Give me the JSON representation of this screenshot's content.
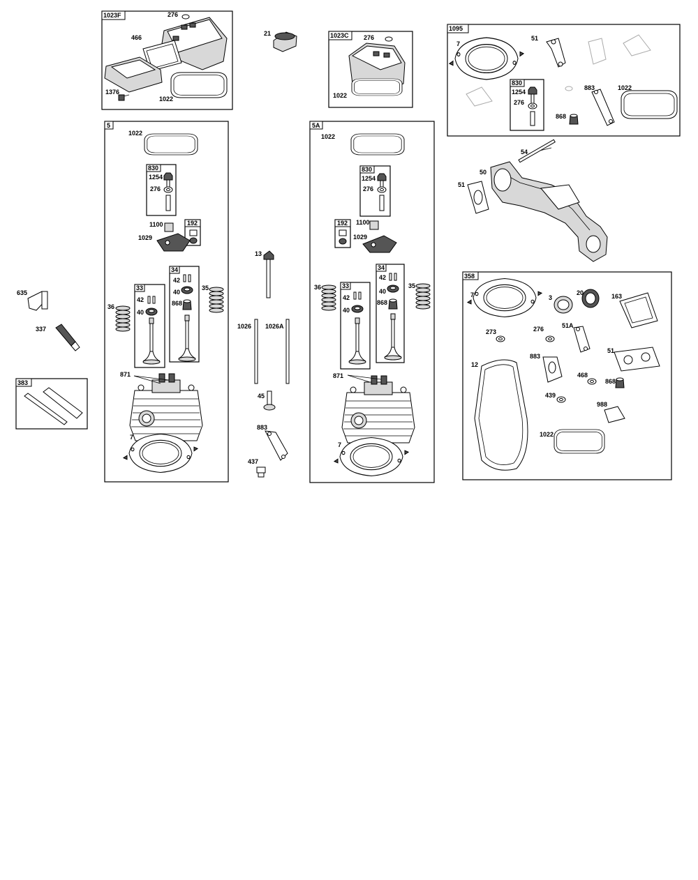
{
  "boxes": {
    "b1023F": "1023F",
    "b1023C": "1023C",
    "b1095": "1095",
    "b5": "5",
    "b5A": "5A",
    "b358": "358",
    "b383": "383",
    "b830_5": "830",
    "b192_5": "192",
    "b34_5": "34",
    "b33_5": "33",
    "b830_5A": "830",
    "b192_5A": "192",
    "b34_5A": "34",
    "b33_5A": "33",
    "b830_1095": "830"
  },
  "labels": {
    "f276": "276",
    "f466": "466",
    "f1376": "1376",
    "f1022": "1022",
    "c21": "21",
    "c276": "276",
    "c1022": "1022",
    "s1022": "1022",
    "s1254": "1254",
    "s276": "276",
    "s1100": "1100",
    "s1029": "1029",
    "s42a": "42",
    "s40a": "40",
    "s868": "868",
    "s35": "35",
    "s42b": "42",
    "s40b": "40",
    "s36": "36",
    "s871": "871",
    "s7": "7",
    "p635": "635",
    "p337": "337",
    "m13": "13",
    "m1026": "1026",
    "m1026A": "1026A",
    "m45": "45",
    "m883": "883",
    "m437": "437",
    "a1022": "1022",
    "a1254": "1254",
    "a276": "276",
    "a1100": "1100",
    "a1029": "1029",
    "a42a": "42",
    "a40a": "40",
    "a868": "868",
    "a35": "35",
    "a36": "36",
    "a42b": "42",
    "a40b": "40",
    "a871": "871",
    "a7": "7",
    "k7": "7",
    "k51": "51",
    "k1254": "1254",
    "k276": "276",
    "k883": "883",
    "k1022": "1022",
    "k868": "868",
    "x54": "54",
    "x50": "50",
    "x51": "51",
    "g7": "7",
    "g3": "3",
    "g20": "20",
    "g163": "163",
    "g273": "273",
    "g276": "276",
    "g51A": "51A",
    "g12": "12",
    "g883": "883",
    "g51": "51",
    "g468": "468",
    "g868": "868",
    "g439": "439",
    "g988": "988",
    "g1022": "1022"
  }
}
